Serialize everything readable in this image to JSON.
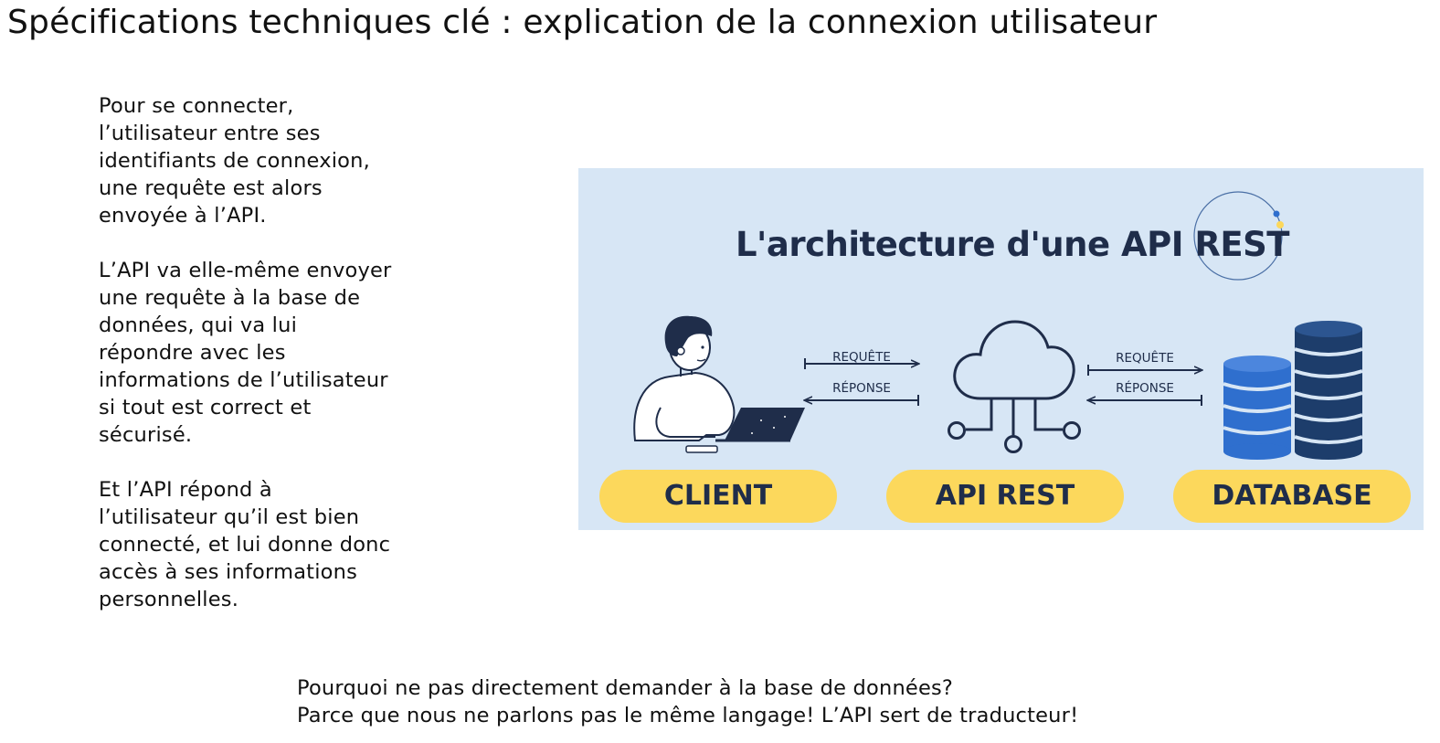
{
  "slide": {
    "title": "Spécifications techniques clé : explication de la connexion utilisateur",
    "paragraphs": [
      [
        "Pour se connecter,",
        "l’utilisateur entre ses",
        "identifiants de connexion,",
        "une requête est alors",
        "envoyée à l’API."
      ],
      [
        "L’API va elle-même envoyer",
        "une requête à la base de",
        "données, qui va lui",
        "répondre avec les",
        "informations de l’utilisateur",
        "si tout est correct et",
        "sécurisé."
      ],
      [
        "Et l’API répond à",
        "l’utilisateur qu’il est bien",
        "connecté, et lui donne donc",
        "accès à ses informations",
        "personnelles."
      ]
    ],
    "bottom": [
      "Pourquoi ne pas directement demander à la base de données?",
      "Parce que nous ne parlons pas le même langage! L’API sert de traducteur!"
    ]
  },
  "diagram": {
    "title": "L'architecture d'une API REST",
    "nodes": {
      "client": "CLIENT",
      "api": "API REST",
      "database": "DATABASE"
    },
    "arrows": {
      "left": {
        "request": "REQUÊTE",
        "response": "RÉPONSE"
      },
      "right": {
        "request": "REQUÊTE",
        "response": "RÉPONSE"
      }
    },
    "icons": [
      "person-with-laptop-icon",
      "cloud-network-icon",
      "database-stack-icon"
    ],
    "colors": {
      "background": "#d7e6f5",
      "pill": "#fcd85c",
      "navy": "#1f2d4a",
      "db_blue": "#2f6fce",
      "db_dark": "#1d3d6b"
    }
  }
}
